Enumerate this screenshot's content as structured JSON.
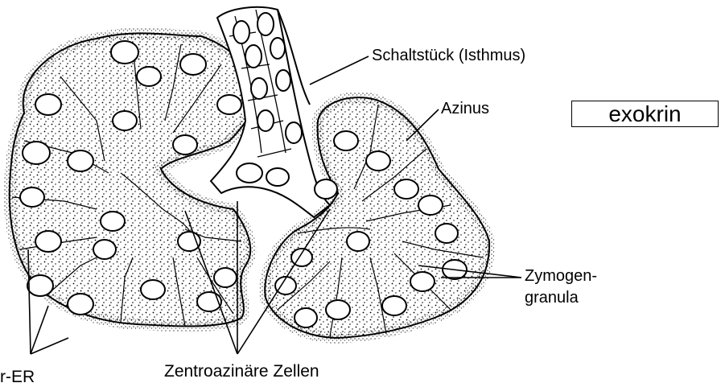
{
  "labels": {
    "schaltstueck": "Schaltstück (Isthmus)",
    "azinus": "Azinus",
    "zymogen_line1": "Zymogen-",
    "zymogen_line2": "granula",
    "zentroazinaer": "Zentroazinäre Zellen",
    "rer": "r-ER"
  },
  "box": {
    "text": "exokrin"
  },
  "colors": {
    "ink": "#000000",
    "background": "#ffffff"
  }
}
